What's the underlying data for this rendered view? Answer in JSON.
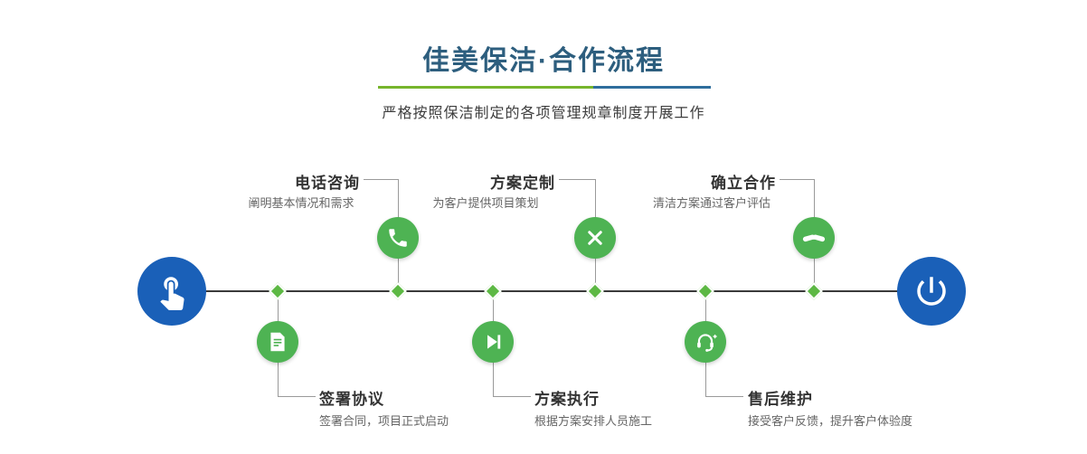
{
  "page": {
    "title": "佳美保洁·合作流程",
    "subtitle": "严格按照保洁制定的各项管理规章制度开展工作"
  },
  "timeline": {
    "start_icon": "hand-pointer-icon",
    "end_icon": "power-icon"
  },
  "steps_top": [
    {
      "title": "电话咨询",
      "desc": "阐明基本情况和需求",
      "icon": "phone-icon"
    },
    {
      "title": "方案定制",
      "desc": "为客户提供项目策划",
      "icon": "design-tools-icon"
    },
    {
      "title": "确立合作",
      "desc": "清洁方案通过客户评估",
      "icon": "handshake-icon"
    }
  ],
  "steps_bottom": [
    {
      "title": "签署协议",
      "desc": "签署合同，项目正式启动",
      "icon": "contract-icon"
    },
    {
      "title": "方案执行",
      "desc": "根据方案安排人员施工",
      "icon": "play-icon"
    },
    {
      "title": "售后维护",
      "desc": "接受客户反馈，提升客户体验度",
      "icon": "headset-plus-icon"
    }
  ],
  "colors": {
    "title": "#2d5e7e",
    "node_green": "#4eb353",
    "diamond_green": "#5cb843",
    "endpoint_blue": "#1a60b8",
    "divider_green": "#76b52c",
    "divider_blue": "#2f6e9d"
  }
}
